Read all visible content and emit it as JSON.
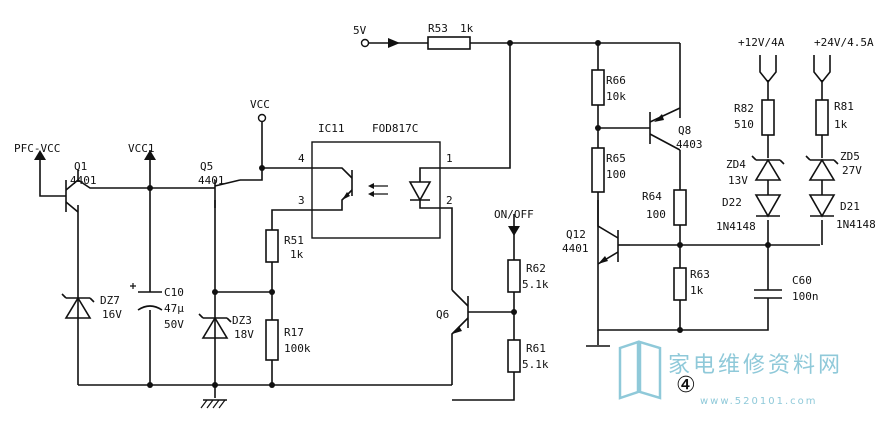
{
  "nets": {
    "pfc_vcc": "PFC-VCC",
    "vcc1": "VCC1",
    "vcc": "VCC",
    "v5": "5V",
    "on_off": "ON/OFF",
    "v12": "+12V/4A",
    "v24": "+24V/4.5A"
  },
  "ic": {
    "ref": "IC11",
    "part": "FOD817C",
    "pin1": "1",
    "pin2": "2",
    "pin3": "3",
    "pin4": "4"
  },
  "transistors": {
    "q1": {
      "ref": "Q1",
      "part": "4401"
    },
    "q5": {
      "ref": "Q5",
      "part": "4401"
    },
    "q6": {
      "ref": "Q6"
    },
    "q8": {
      "ref": "Q8",
      "part": "4403"
    },
    "q12": {
      "ref": "Q12",
      "part": "4401"
    }
  },
  "resistors": {
    "r53": {
      "ref": "R53",
      "value": "1k"
    },
    "r51": {
      "ref": "R51",
      "value": "1k"
    },
    "r17": {
      "ref": "R17",
      "value": "100k"
    },
    "r62": {
      "ref": "R62",
      "value": "5.1k"
    },
    "r61": {
      "ref": "R61",
      "value": "5.1k"
    },
    "r66": {
      "ref": "R66",
      "value": "10k"
    },
    "r65": {
      "ref": "R65",
      "value": "100"
    },
    "r64": {
      "ref": "R64",
      "value": "100"
    },
    "r63": {
      "ref": "R63",
      "value": "1k"
    },
    "r82": {
      "ref": "R82",
      "value": "510"
    },
    "r81": {
      "ref": "R81",
      "value": "1k"
    }
  },
  "diodes": {
    "dz7": {
      "ref": "DZ7",
      "value": "16V"
    },
    "dz3": {
      "ref": "DZ3",
      "value": "18V"
    },
    "zd4": {
      "ref": "ZD4",
      "value": "13V"
    },
    "zd5": {
      "ref": "ZD5",
      "value": "27V"
    },
    "d22": {
      "ref": "D22",
      "value": "1N4148"
    },
    "d21": {
      "ref": "D21",
      "value": "1N4148"
    }
  },
  "capacitors": {
    "c10": {
      "ref": "C10",
      "value1": "47μ",
      "value2": "50V"
    },
    "c60": {
      "ref": "C60",
      "value": "100n"
    }
  },
  "figure_number": "④",
  "watermark": {
    "site": "家电维修资料网",
    "url": "www.520101.com"
  },
  "colors": {
    "ink": "#111111",
    "watermark": "#8fc9d9"
  }
}
